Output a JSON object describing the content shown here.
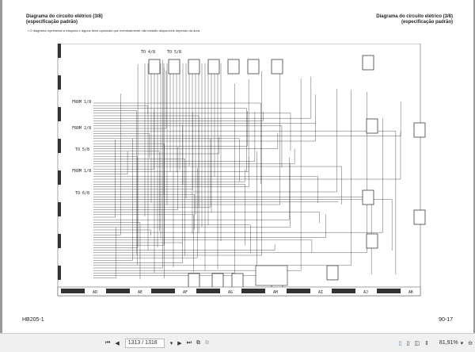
{
  "document": {
    "title_left": "Diagrama do circuito elétrico (3/8)",
    "subtitle_left": "(especificação padrão)",
    "title_right": "Diagrama do circuito elétrico (3/8)",
    "subtitle_right": "(especificação padrão)",
    "note": "O diagrama representa a máquina e alguns itens opcionais que eventualmente não estarão disponíveis dependo da área.",
    "footer_left": "HB205-1",
    "footer_right": "90-17",
    "connector_labels": [
      "TO 4/8",
      "TO 5/8",
      "FROM 1/8",
      "FROM 2/8",
      "TO 5/8",
      "FROM 1/8",
      "TO 6/8"
    ],
    "grid_columns": [
      "AD",
      "AE",
      "AF",
      "AG",
      "AH",
      "AI",
      "AJ",
      "AK"
    ]
  },
  "toolbar": {
    "first_page": "⏮",
    "prev_page": "◀",
    "page_value": "1313 / 1318",
    "next_page": "▶",
    "last_page": "⏭",
    "zoom_value": "81,91%",
    "zoom_out": "⊖"
  }
}
